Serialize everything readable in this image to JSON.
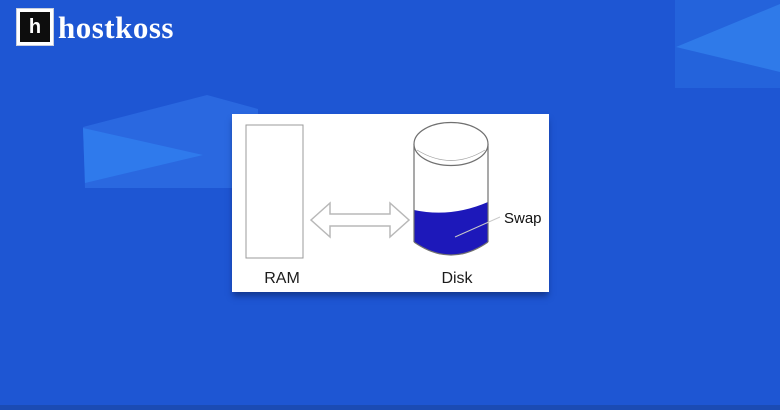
{
  "brand": {
    "logo_letter": "h",
    "name": "hostkoss"
  },
  "diagram": {
    "ram_label": "RAM",
    "disk_label": "Disk",
    "swap_label": "Swap"
  },
  "colors": {
    "background": "#1e56d3",
    "decor_flag": "#2a68e0",
    "decor_bright": "#2f7aec",
    "bottom_bar": "#1b4bb4",
    "card": "#ffffff",
    "swap_fill": "#1d18ba",
    "logo_black": "#0d0d0d",
    "text_white": "#ffffff"
  }
}
